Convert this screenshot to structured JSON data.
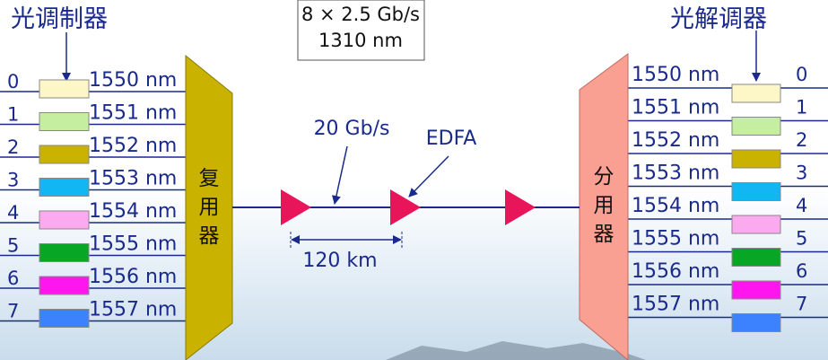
{
  "modulator_title": "光调制器",
  "demodulator_title": "光解调器",
  "info_box": {
    "line1": "8 × 2.5 Gb/s",
    "line2": "1310 nm"
  },
  "mux_label": [
    "复",
    "用",
    "器"
  ],
  "demux_label": [
    "分",
    "用",
    "器"
  ],
  "link": {
    "rate_label": "20 Gb/s",
    "amp_label": "EDFA",
    "span_label": "120 km"
  },
  "channels": [
    {
      "index": "0",
      "wavelength": "1550 nm",
      "color": "#fdf7c8"
    },
    {
      "index": "1",
      "wavelength": "1551 nm",
      "color": "#c5eea0"
    },
    {
      "index": "2",
      "wavelength": "1552 nm",
      "color": "#c9b200"
    },
    {
      "index": "3",
      "wavelength": "1553 nm",
      "color": "#12b6f3"
    },
    {
      "index": "4",
      "wavelength": "1554 nm",
      "color": "#fcaaf0"
    },
    {
      "index": "5",
      "wavelength": "1555 nm",
      "color": "#08a625"
    },
    {
      "index": "6",
      "wavelength": "1556 nm",
      "color": "#ff15ee"
    },
    {
      "index": "7",
      "wavelength": "1557 nm",
      "color": "#3c82ff"
    }
  ],
  "colors": {
    "mux_fill": "#c9b200",
    "demux_fill": "#f9a092",
    "amplifier_fill": "#e8155a",
    "line": "#1a2a8c"
  }
}
